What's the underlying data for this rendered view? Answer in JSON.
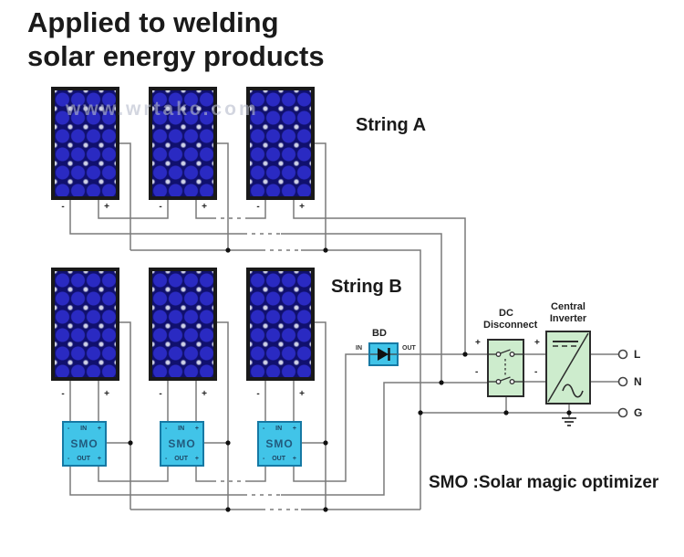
{
  "title": {
    "line1": "Applied to welding",
    "line2": "solar energy products"
  },
  "labels": {
    "string_a": "String A",
    "string_b": "String B",
    "caption": "SMO :Solar magic optimizer",
    "watermark": "www.wrtakc.com"
  },
  "symbols": {
    "minus": "-",
    "plus": "+"
  },
  "smo_unit": {
    "name": "SMO",
    "in_label": "IN",
    "out_label": "OUT"
  },
  "bd": {
    "label": "BD",
    "in_label": "IN",
    "out_label": "OUT"
  },
  "dc_disconnect": {
    "line1": "DC",
    "line2": "Disconnect"
  },
  "central_inverter": {
    "line1": "Central",
    "line2": "Inverter"
  },
  "outputs": {
    "live": "L",
    "neutral": "N",
    "ground": "G"
  },
  "colors": {
    "smo_fill": "#41c4e8",
    "smo_border": "#1679a4",
    "box_green_fill": "#cdeccd",
    "box_border": "#2c2c2c",
    "panel_blue": "#10106e",
    "panel_cell_blue": "#2a2ac2",
    "wire_gray": "#7a7a7a",
    "text_dark": "#1a1a1a"
  }
}
